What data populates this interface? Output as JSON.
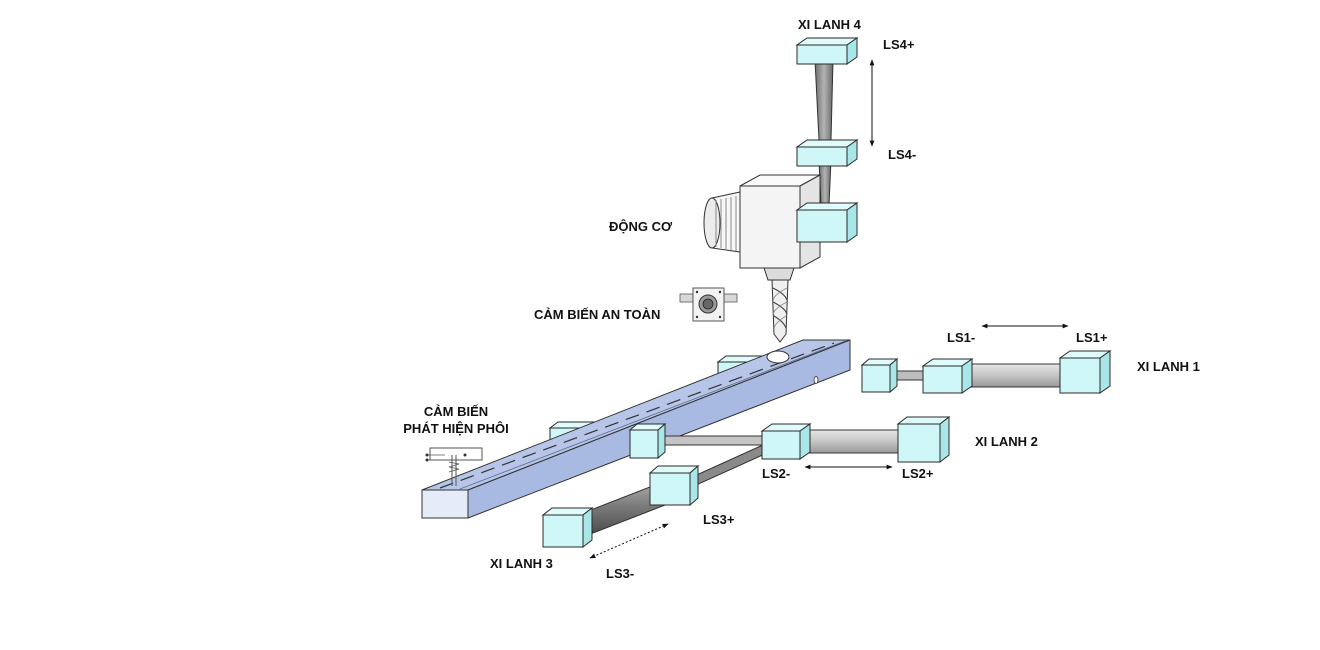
{
  "labels": {
    "cyl4": "XI LANH 4",
    "ls4_plus": "LS4+",
    "ls4_minus": "LS4-",
    "motor": "ĐỘNG CƠ",
    "safety_sensor": "CẢM BIẾN AN TOÀN",
    "ls1_minus": "LS1-",
    "ls1_plus": "LS1+",
    "cyl1": "XI LANH 1",
    "workpiece_sensor_line1": "CẢM BIẾN",
    "workpiece_sensor_line2": "PHÁT HIỆN PHÔI",
    "cyl2": "XI LANH 2",
    "ls2_minus": "LS2-",
    "ls2_plus": "LS2+",
    "ls3_plus": "LS3+",
    "cyl3": "XI LANH 3",
    "ls3_minus": "LS3-"
  },
  "colors": {
    "block_fill": "#cff7f7",
    "block_side": "#a9e6e8",
    "block_stroke": "#2b2b2b",
    "rail_top": "#b7c6e8",
    "rail_front": "#a8b9e2",
    "rail_end": "#e6ebf8",
    "rod": "#8c8c8c",
    "barrel": "#c9c9c9",
    "motor_body": "#f4f4f4"
  }
}
